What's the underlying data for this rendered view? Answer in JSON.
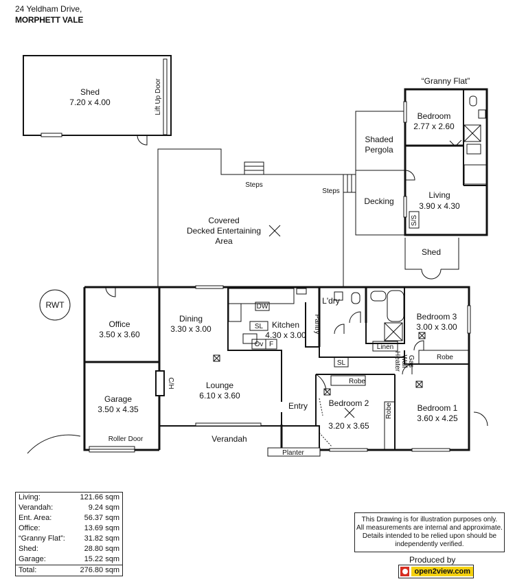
{
  "header": {
    "address_line1": "24 Yeldham Drive,",
    "address_line2": "MORPHETT VALE"
  },
  "rooms": {
    "shed_main": {
      "name": "Shed",
      "size": "7.20 x 4.00"
    },
    "lift_up_door": "Lift Up Door",
    "granny_flat_title": "“Granny Flat”",
    "bedroom_flat": {
      "name": "Bedroom",
      "size": "2.77 x 2.60"
    },
    "shaded_pergola": {
      "line1": "Shaded",
      "line2": "Pergola"
    },
    "living_flat": {
      "name": "Living",
      "size": "3.90 x 4.30"
    },
    "decking": "Decking",
    "steps1": "Steps",
    "steps2": "Steps",
    "covered_area": {
      "line1": "Covered",
      "line2": "Decked Entertaining",
      "line3": "Area"
    },
    "ss": "S/S",
    "shed_small": "Shed",
    "rwt": "RWT",
    "office": {
      "name": "Office",
      "size": "3.50 x 3.60"
    },
    "garage": {
      "name": "Garage",
      "size": "3.50 x 4.35"
    },
    "roller_door": "Roller Door",
    "ch": "C/H",
    "dining": {
      "name": "Dining",
      "size": "3.30 x 3.00"
    },
    "lounge": {
      "name": "Lounge",
      "size": "6.10 x 3.60"
    },
    "kitchen": {
      "name": "Kitchen",
      "size": "4.30 x 3.00"
    },
    "dw": "DW",
    "sl_kitchen": "SL",
    "ov": "Ov",
    "f": "F",
    "pantry": "Pantry",
    "ldry": "L'dry",
    "linen": "Linen",
    "sl_hall": "SL",
    "gas_wall_heater": {
      "line1": "Gas",
      "line2": "Wall",
      "line3": "Heater"
    },
    "bedroom3": {
      "name": "Bedroom 3",
      "size": "3.00 x 3.00"
    },
    "robe_b3": "Robe",
    "entry": "Entry",
    "bedroom2": {
      "name": "Bedroom 2",
      "size": "3.20 x 3.65"
    },
    "robe_b2": "Robe",
    "robe_b1": "Robe",
    "bedroom1": {
      "name": "Bedroom 1",
      "size": "3.60 x 4.25"
    },
    "verandah": "Verandah",
    "planter": "Planter"
  },
  "areas": [
    {
      "label": "Living:",
      "value": "121.66 sqm"
    },
    {
      "label": "Verandah:",
      "value": "9.24 sqm"
    },
    {
      "label": "Ent. Area:",
      "value": "56.37 sqm"
    },
    {
      "label": "Office:",
      "value": "13.69 sqm"
    },
    {
      "label": "“Granny Flat”:",
      "value": "31.82 sqm"
    },
    {
      "label": "Shed:",
      "value": "28.80 sqm"
    },
    {
      "label": "Garage:",
      "value": "15.22 sqm"
    }
  ],
  "total": {
    "label": "Total:",
    "value": "276.80 sqm"
  },
  "disclaimer": {
    "line1": "This Drawing is for illustration purposes only.",
    "line2": "All measurements are internal and  approximate.",
    "line3": "Details intended to be relied upon should be",
    "line4": "independently verified."
  },
  "produced_by": "Produced by",
  "brand": "open2view.com"
}
